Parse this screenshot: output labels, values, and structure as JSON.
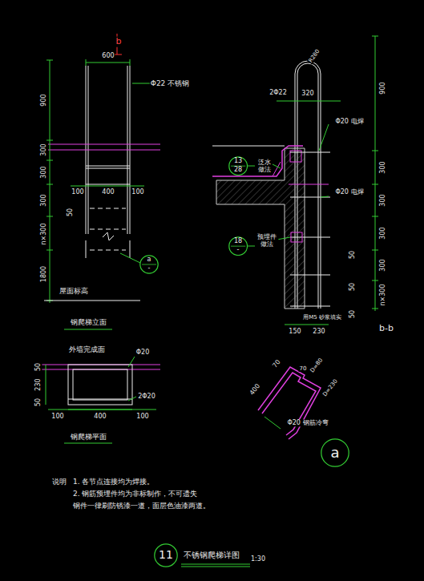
{
  "diagram": {
    "title": "不锈钢爬梯详图",
    "nodes": [
      {
        "text": [
          "a",
          "-"
        ]
      },
      {
        "text": [
          "13",
          "28"
        ]
      },
      {
        "text": [
          "18",
          "-"
        ]
      },
      {
        "text": [
          "a"
        ]
      },
      {
        "text": [
          "11"
        ]
      }
    ],
    "labels": [
      "b",
      "600",
      "Φ22 不锈钢",
      "900",
      "300",
      "300",
      "300",
      "n×300",
      "1800",
      "100",
      "400",
      "100",
      "50",
      "屋面标高",
      "钢爬梯立面",
      "外墙完成面",
      "Φ20",
      "50",
      "230",
      "50",
      "2Φ20",
      "100",
      "400",
      "100",
      "钢爬梯平面",
      "R280",
      "2Φ22",
      "320",
      "Φ20 电焊",
      "泛水 做法",
      "Φ20 电焊",
      "预埋件 做法",
      "900",
      "300",
      "300",
      "300",
      "300",
      "n×300",
      "50",
      "50",
      "50",
      "150",
      "230",
      "用M5 砂浆填实",
      "b-b",
      "400",
      "70",
      "70",
      "D=80",
      "D=230",
      "Φ20 钢筋冷弯",
      "说明",
      "1. 各节点连接均为焊接。",
      "2. 钢筋预埋件均为非标制作，不可遗失",
      "钢件一律刷防锈漆一道，面层色油漆两道。",
      "1:30"
    ]
  }
}
